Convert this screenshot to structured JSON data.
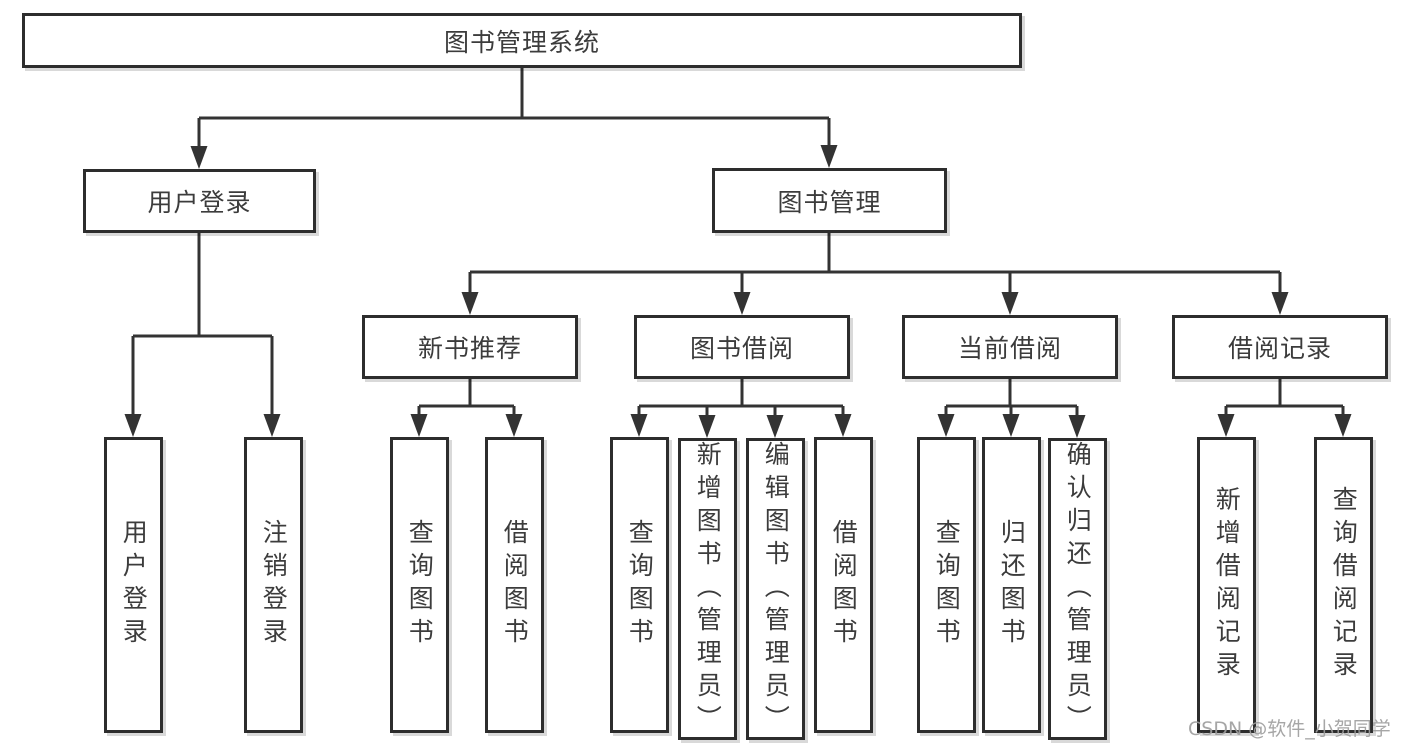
{
  "tree": {
    "root": {
      "label": "图书管理系统",
      "children": [
        {
          "label": "用户登录",
          "children": [
            {
              "label": "用户登录"
            },
            {
              "label": "注销登录"
            }
          ]
        },
        {
          "label": "图书管理",
          "children": [
            {
              "label": "新书推荐",
              "children": [
                {
                  "label": "查询图书"
                },
                {
                  "label": "借阅图书"
                }
              ]
            },
            {
              "label": "图书借阅",
              "children": [
                {
                  "label": "查询图书"
                },
                {
                  "label": "新增图书（管理员）"
                },
                {
                  "label": "编辑图书（管理员）"
                },
                {
                  "label": "借阅图书"
                }
              ]
            },
            {
              "label": "当前借阅",
              "children": [
                {
                  "label": "查询图书"
                },
                {
                  "label": "归还图书"
                },
                {
                  "label": "确认归还（管理员）"
                }
              ]
            },
            {
              "label": "借阅记录",
              "children": [
                {
                  "label": "新增借阅记录"
                },
                {
                  "label": "查询借阅记录"
                }
              ]
            }
          ]
        }
      ]
    }
  },
  "watermark": "CSDN @软件_小贺同学",
  "colors": {
    "line": "#333333",
    "box_border": "#2d2d2d",
    "text": "#3c3c3c",
    "watermark": "#9e9e9e",
    "background": "#ffffff"
  }
}
